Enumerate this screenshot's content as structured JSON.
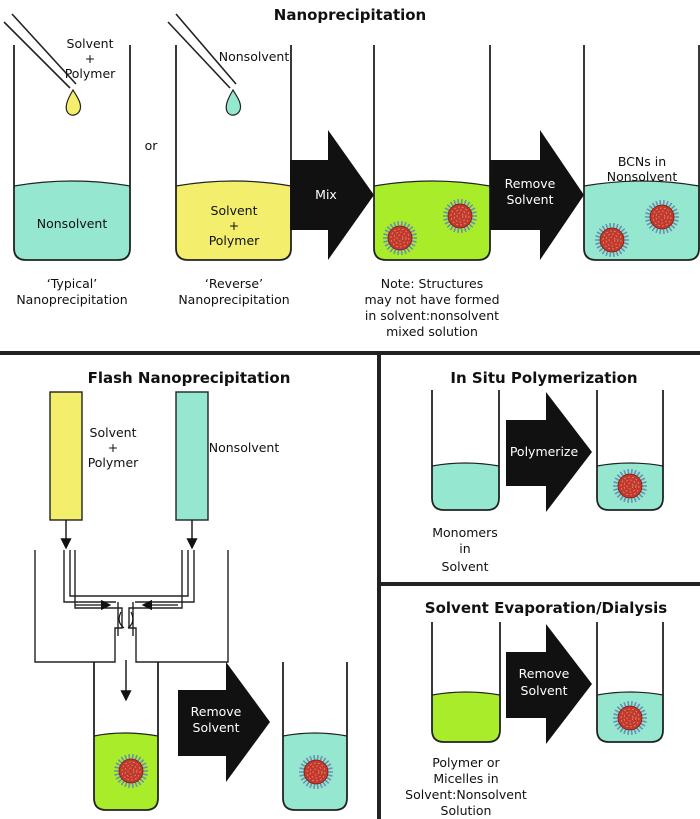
{
  "colors": {
    "nonsolvent": "#95e8cf",
    "solvent_polymer": "#f3ef6c",
    "mixed": "#a8ec2a",
    "drop_yellow": "#f3ef6c",
    "drop_cyan": "#95e8cf",
    "particle_red": "#c0392b",
    "arrow": "#111111"
  },
  "top": {
    "title": "Nanoprecipitation",
    "pipette1_label": [
      "Solvent",
      "+",
      "Polymer"
    ],
    "pipette2_label": "Nonsolvent",
    "or_label": "or",
    "tube1_fill_label": "Nonsolvent",
    "tube2_fill_label": [
      "Solvent",
      "+",
      "Polymer"
    ],
    "arrow1_label": "Mix",
    "arrow2_label": [
      "Remove",
      "Solvent"
    ],
    "tube4_label": [
      "BCNs in",
      "Nonsolvent"
    ],
    "caption1": [
      "‘Typical’",
      "Nanoprecipitation"
    ],
    "caption2": [
      "‘Reverse’",
      "Nanoprecipitation"
    ],
    "caption3": [
      "Note: Structures",
      "may not have formed",
      "in solvent:nonsolvent",
      "mixed solution"
    ]
  },
  "flash": {
    "title": "Flash Nanoprecipitation",
    "inlet1_label": [
      "Solvent",
      "+",
      "Polymer"
    ],
    "inlet2_label": "Nonsolvent",
    "arrow_label": [
      "Remove",
      "Solvent"
    ]
  },
  "insitu": {
    "title": "In Situ Polymerization",
    "arrow_label": "Polymerize",
    "caption": [
      "Monomers",
      "in",
      "Solvent"
    ]
  },
  "evap": {
    "title": "Solvent Evaporation/Dialysis",
    "arrow_label": [
      "Remove",
      "Solvent"
    ],
    "caption": [
      "Polymer or",
      "Micelles in",
      "Solvent:Nonsolvent",
      "Solution"
    ]
  }
}
